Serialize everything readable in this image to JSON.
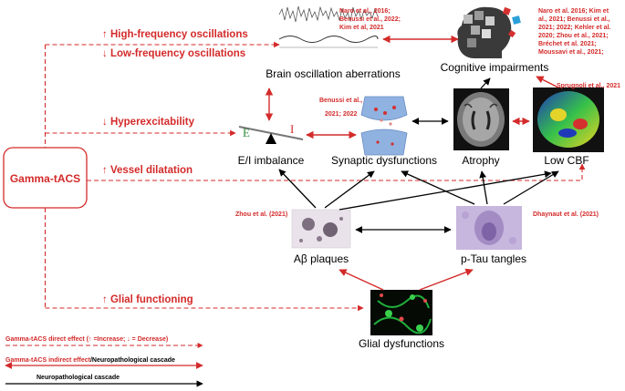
{
  "colors": {
    "red": "#d42a2a",
    "black": "#000000",
    "green_tissue": "#1fae3a",
    "purple_tissue": "#a38bc4"
  },
  "center_node": {
    "label": "Gamma-tACS"
  },
  "effects": {
    "high_freq": "↑ High-frequency oscillations",
    "low_freq": "↓ Low-frequency oscillations",
    "hyperexcitability": "↓ Hyperexcitability",
    "vessel": "↑ Vessel dilatation",
    "glial": "↑ Glial functioning"
  },
  "nodes": {
    "brain_osc": "Brain oscillation aberrations",
    "cognitive": "Cognitive impairments",
    "ei": "E/I imbalance",
    "synaptic": "Synaptic dysfunctions",
    "atrophy": "Atrophy",
    "low_cbf": "Low CBF",
    "abeta": "Aβ plaques",
    "ptau": "p-Tau tangles",
    "glial_dys": "Glial dysfunctions"
  },
  "scale": {
    "e_label": "E",
    "i_label": "I"
  },
  "refs": {
    "osc": [
      "Naro et al., 2016;",
      "Benussi et al., 2022;",
      "Kim et al, 2021"
    ],
    "cog": [
      "Naro et al. 2016; Kim et",
      "al., 2021; Benussi et al.,",
      "2021; 2022; Kehler et al.",
      "2020; Zhou et al., 2021;",
      "Bréchet et al. 2021;",
      "Moussavi et al., 2021;"
    ],
    "syn": [
      "Benussi et al.,",
      "2021; 2022"
    ],
    "cbf": "Sprugnoli et al., 2021",
    "abeta": "Zhou et al. (2021)",
    "ptau": "Dhaynaut et al. (2021)"
  },
  "legend": {
    "direct": "Gamma-tACS direct effect (↑ =Increase; ↓ = Decrease)",
    "indirect_red": "Gamma-tACS indirect effect",
    "indirect_sep": "/",
    "indirect_black": "Neuropathological cascade",
    "cascade": "Neuropathological cascade"
  }
}
